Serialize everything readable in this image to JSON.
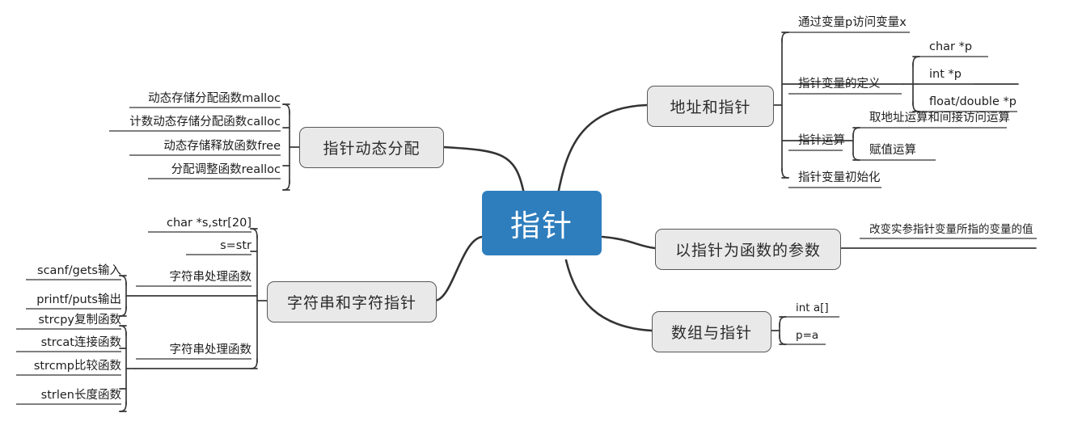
{
  "diagram": {
    "title": "指针",
    "root": {
      "label": "指针",
      "color": "#2E7EBE"
    },
    "node_fill": "#E9E9E9",
    "node_border": "#575757",
    "branches": [
      {
        "id": "address-and-pointer",
        "label": "地址和指针",
        "side": "right",
        "children": [
          {
            "label": "通过变量p访问变量x",
            "children": []
          },
          {
            "label": "指针变量的定义",
            "children": [
              {
                "label": "char *p"
              },
              {
                "label": "int *p"
              },
              {
                "label": "float/double *p"
              }
            ]
          },
          {
            "label": "指针运算",
            "children": [
              {
                "label": "取地址运算和间接访问运算"
              },
              {
                "label": "赋值运算"
              }
            ]
          },
          {
            "label": "指针变量初始化",
            "children": []
          }
        ]
      },
      {
        "id": "pointer-as-function-parameter",
        "label": "以指针为函数的参数",
        "side": "right",
        "children": [
          {
            "label": "改变实参指针变量所指的变量的值",
            "children": []
          }
        ]
      },
      {
        "id": "array-and-pointer",
        "label": "数组与指针",
        "side": "right",
        "children": [
          {
            "label": "int a[]",
            "children": []
          },
          {
            "label": "p=a",
            "children": []
          }
        ]
      },
      {
        "id": "pointer-dynamic-allocation",
        "label": "指针动态分配",
        "side": "left",
        "children": [
          {
            "label": "动态存储分配函数malloc",
            "children": []
          },
          {
            "label": "计数动态存储分配函数calloc",
            "children": []
          },
          {
            "label": "动态存储释放函数free",
            "children": []
          },
          {
            "label": "分配调整函数realloc",
            "children": []
          }
        ]
      },
      {
        "id": "string-and-char-pointer",
        "label": "字符串和字符指针",
        "side": "left",
        "children": [
          {
            "label": "char *s,str[20]",
            "children": []
          },
          {
            "label": "s=str",
            "children": []
          },
          {
            "label": "字符串处理函数",
            "children": [
              {
                "label": "scanf/gets输入"
              },
              {
                "label": "printf/puts输出"
              }
            ]
          },
          {
            "label": "字符串处理函数",
            "children": [
              {
                "label": "strcpy复制函数"
              },
              {
                "label": "strcat连接函数"
              },
              {
                "label": "strcmp比较函数"
              },
              {
                "label": "strlen长度函数"
              }
            ]
          }
        ]
      }
    ]
  }
}
